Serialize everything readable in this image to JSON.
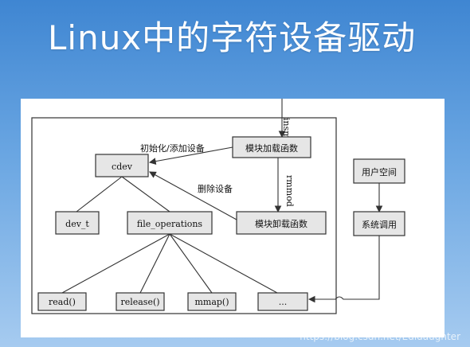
{
  "title": "Linux中的字符设备驱动",
  "watermark": "https://blog.csdn.net/Edidaughter",
  "diagram": {
    "labels": {
      "insmod": "insmod",
      "rmmod": "rmmod",
      "init_add_device": "初始化/添加设备",
      "delete_device": "删除设备"
    },
    "boxes": {
      "module_load": "模块加载函数",
      "module_unload": "模块卸载函数",
      "cdev": "cdev",
      "dev_t": "dev_t",
      "file_operations": "file_operations",
      "read": "read()",
      "release": "release()",
      "mmap": "mmap()",
      "ellipsis": "...",
      "user_space": "用户空间",
      "system_call": "系统调用"
    }
  }
}
